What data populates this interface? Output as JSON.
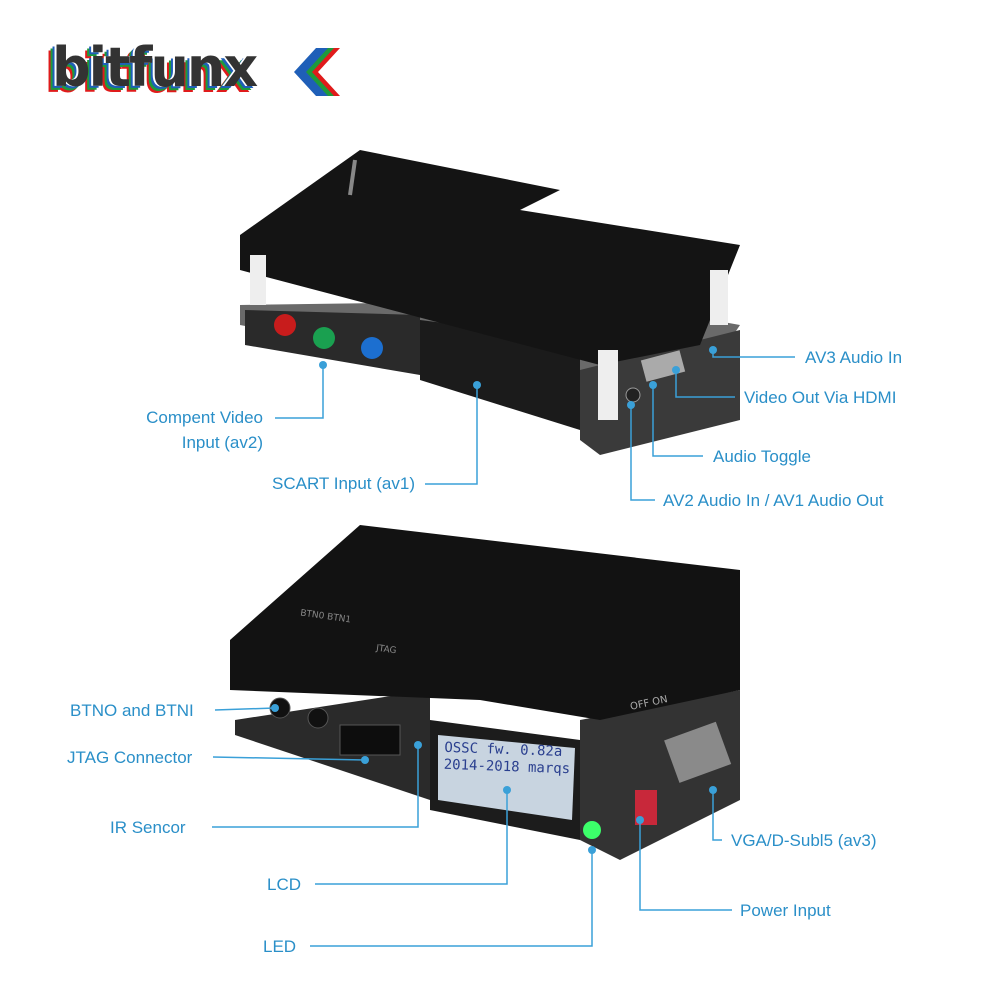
{
  "brand": {
    "logo_text": "bitfunx",
    "colors": [
      "#333333",
      "#1f5fb8",
      "#1e9a3c",
      "#e01b1b"
    ]
  },
  "accent_color": "#2a8fc8",
  "lcd": {
    "line1": "OSSC  fw. 0.82a",
    "line2": "2014-2018  marqs"
  },
  "board_text": {
    "buttons": "BTN0 BTN1",
    "jtag": "JTAG",
    "power": "OFF  ON"
  },
  "top_labels": {
    "component": [
      "Compent Video",
      "Input (av2)"
    ],
    "scart": "SCART Input (av1)",
    "av3_audio": "AV3 Audio In",
    "hdmi": "Video Out Via HDMI",
    "audio_toggle": "Audio Toggle",
    "av2_audio": "AV2 Audio In / AV1 Audio Out"
  },
  "bottom_labels": {
    "buttons": "BTNO and BTNI",
    "jtag": "JTAG Connector",
    "ir": "IR  Sencor",
    "lcd": "LCD",
    "led": "LED",
    "vga": "VGA/D-Subl5 (av3)",
    "power": "Power Input"
  }
}
